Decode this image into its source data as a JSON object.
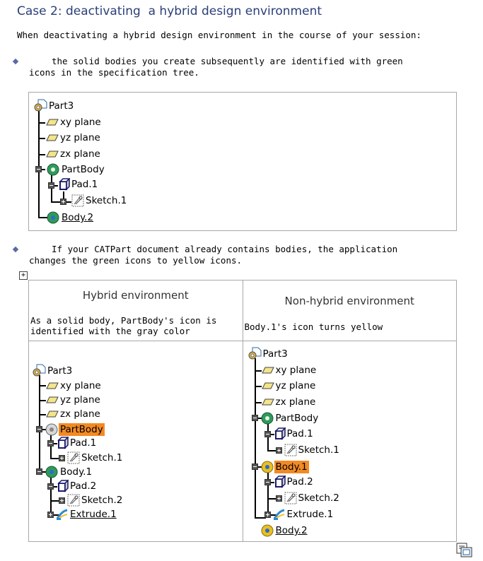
{
  "title": "Case 2: deactivating  a hybrid design environment",
  "intro": "When deactivating a hybrid design environment in the course of your session:",
  "bullets": [
    "the solid bodies you create subsequently are identified with green icons in the specification tree.",
    "If your CATPart document already contains bodies, the application changes the green icons to yellow icons."
  ],
  "tree1": {
    "part": "Part3",
    "xy": "xy plane",
    "yz": "yz plane",
    "zx": "zx plane",
    "body": "PartBody",
    "pad": "Pad.1",
    "sketch": "Sketch.1",
    "body2": "Body.2"
  },
  "table": {
    "col1_header": "Hybrid environment",
    "col2_header": "Non-hybrid environment",
    "col1_note": "As a solid body, PartBody's icon is identified with the gray color",
    "col2_note": "Body.1's icon turns yellow",
    "tree2": {
      "part": "Part3",
      "xy": "xy plane",
      "yz": "yz plane",
      "zx": "zx plane",
      "partbody": "PartBody",
      "pad1": "Pad.1",
      "sketch1": "Sketch.1",
      "body1": "Body.1",
      "pad2": "Pad.2",
      "sketch2": "Sketch.2",
      "extrude": "Extrude.1"
    },
    "tree3": {
      "part": "Part3",
      "xy": "xy plane",
      "yz": "yz plane",
      "zx": "zx plane",
      "partbody": "PartBody",
      "pad1": "Pad.1",
      "sketch1": "Sketch.1",
      "body1": "Body.1",
      "pad2": "Pad.2",
      "sketch2": "Sketch.2",
      "extrude": "Extrude.1",
      "body2": "Body.2"
    }
  },
  "colors": {
    "title": "#2a3f78",
    "highlight": "#f28a24",
    "body_green": "#2f9a5a",
    "body_yellow": "#e8c020",
    "body_gray": "#b0b0b0"
  },
  "icons": [
    "part-icon",
    "plane-icon",
    "body-icon",
    "pad-icon",
    "sketch-icon",
    "extrude-icon",
    "anchor-icon",
    "print-icon"
  ]
}
